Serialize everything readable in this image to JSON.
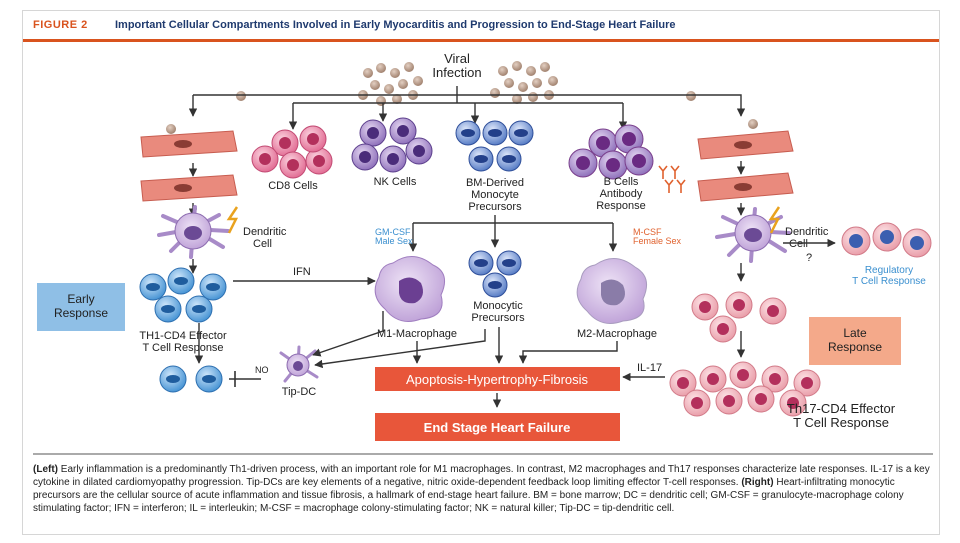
{
  "header": {
    "figure_label": "FIGURE 2",
    "title": "Important Cellular Compartments Involved in Early Myocarditis and Progression to End-Stage Heart Failure"
  },
  "labels": {
    "viral_infection": [
      "Viral",
      "Infection"
    ],
    "cd8": "CD8 Cells",
    "nk": "NK Cells",
    "bm_monocyte": [
      "BM-Derived",
      "Monocyte",
      "Precursors"
    ],
    "bcells": [
      "B Cells",
      "Antibody",
      "Response"
    ],
    "dendritic_left": [
      "Dendritic",
      "Cell"
    ],
    "dendritic_right": [
      "Dendritic",
      "Cell"
    ],
    "gmcsf": [
      "GM-CSF",
      "Male Sex"
    ],
    "mcsf": [
      "M-CSF",
      "Female Sex"
    ],
    "ifn": "IFN",
    "m1": "M1-Macrophage",
    "monocytic": [
      "Monocytic",
      "Precursors"
    ],
    "m2": "M2-Macrophage",
    "early_response": [
      "Early",
      "Response"
    ],
    "th1": [
      "TH1-CD4 Effector",
      "T Cell Response"
    ],
    "tip_dc": "Tip-DC",
    "il17": "IL-17",
    "apoptosis": "Apoptosis-Hypertrophy-Fibrosis",
    "end_stage": "End Stage Heart Failure",
    "late_response": [
      "Late",
      "Response"
    ],
    "th17": [
      "Th17-CD4 Effector",
      "T Cell Response"
    ],
    "regulatory": [
      "Regulatory",
      "T Cell Response"
    ],
    "question": "?"
  },
  "caption": {
    "left_label": "(Left)",
    "left_text": " Early inflammation is a predominantly Th1-driven process, with an important role for M1 macrophages. In contrast, M2 macrophages and Th17 responses characterize late responses. IL-17 is a key cytokine in dilated cardiomyopathy progression. Tip-DCs are key elements of a negative, nitric oxide-dependent feedback loop limiting effector T-cell responses. ",
    "right_label": "(Right)",
    "right_text": " Heart-infiltrating monocytic precursors are the cellular source of acute inflammation and tissue fibrosis, a hallmark of end-stage heart failure. BM = bone marrow; DC = dendritic cell; GM-CSF = granulocyte-macrophage colony stimulating factor; IFN = interferon; IL = interleukin; M-CSF = macrophage colony-stimulating factor; NK = natural killer; Tip-DC = tip-dendritic cell."
  },
  "colors": {
    "accent": "#d9531e",
    "title_blue": "#1f3a6e",
    "blue_box": "#8fbfe6",
    "salmon_box": "#f4a98a",
    "red_box": "#e8563a",
    "gmcsf_blue": "#3a8fcf",
    "mcsf_orange": "#e0622f"
  }
}
